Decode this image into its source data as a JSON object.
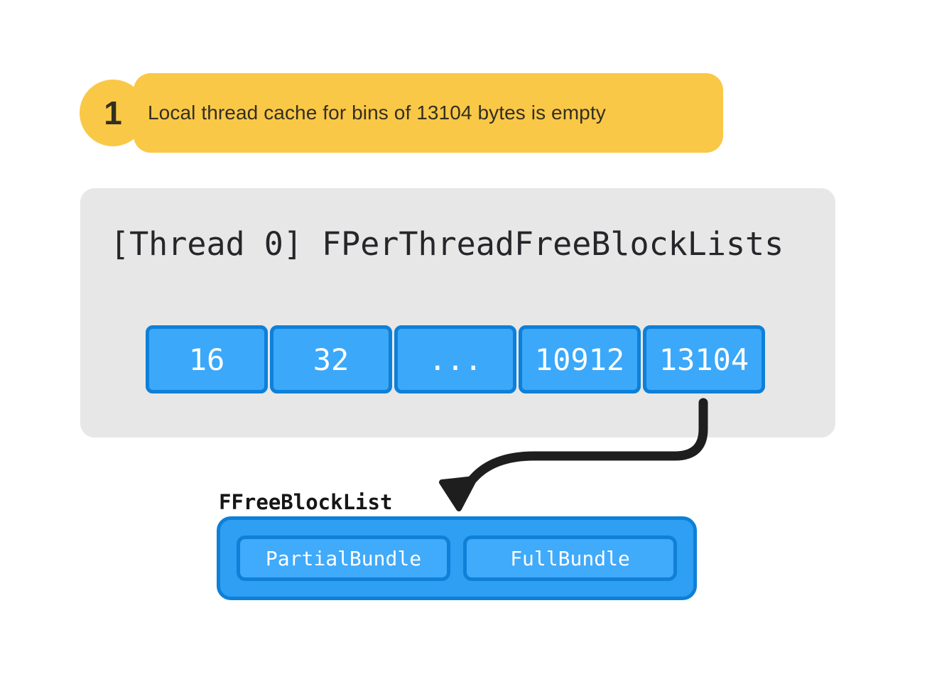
{
  "callout": {
    "step_number": "1",
    "text": "Local thread cache for bins of 13104 bytes is empty"
  },
  "thread_panel": {
    "title": "[Thread 0] FPerThreadFreeBlockLists",
    "bins": [
      "16",
      "32",
      "...",
      "10912",
      "13104"
    ]
  },
  "free_block_list": {
    "label": "FFreeBlockList",
    "members": [
      "PartialBundle",
      "FullBundle"
    ]
  },
  "colors": {
    "callout_yellow": "#FAC847",
    "callout_text": "#332F20",
    "panel_gray": "#E7E7E7",
    "title_text": "#26262A",
    "bin_fill": "#3BA8FA",
    "bin_border": "#0E80D7",
    "container_fill": "#2F9FF3",
    "member_fill": "#40AAFB",
    "cell_text": "#FFFFFF",
    "arrow_black": "#1E1E1E"
  }
}
